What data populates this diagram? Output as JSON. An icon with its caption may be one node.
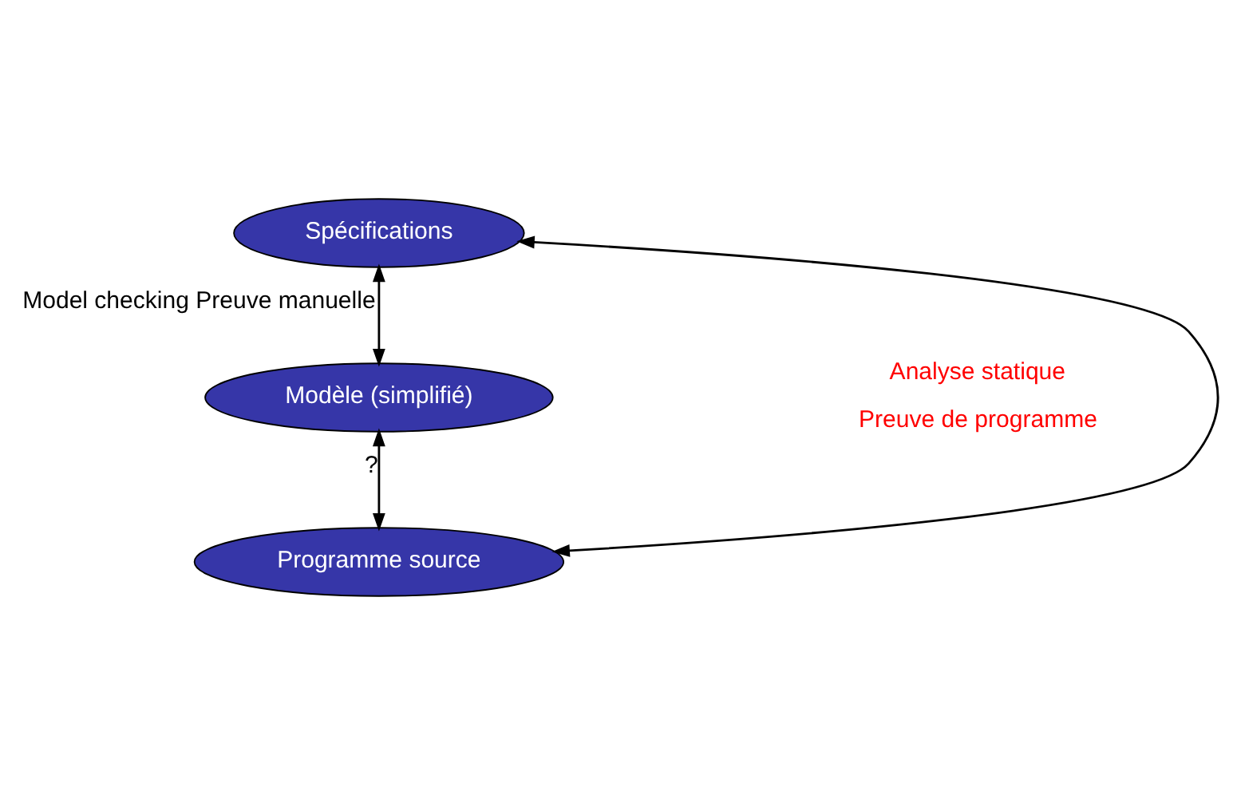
{
  "diagram": {
    "nodes": [
      {
        "text": [
          "Spécifications"
        ]
      },
      {
        "text": [
          "Modèle (simplifié)"
        ]
      },
      {
        "text": [
          "Programme source"
        ]
      }
    ],
    "edges": [
      {
        "from": 0,
        "to": 1,
        "arrow": "both",
        "label": "Model checking Preuve manuelle"
      },
      {
        "from": 1,
        "to": 2,
        "arrow": "both",
        "label": "?"
      },
      {
        "from": 2,
        "to": 0,
        "arrow": "both"
      }
    ],
    "labels": [
      "Analyse statique",
      "Preuve de programme"
    ]
  }
}
